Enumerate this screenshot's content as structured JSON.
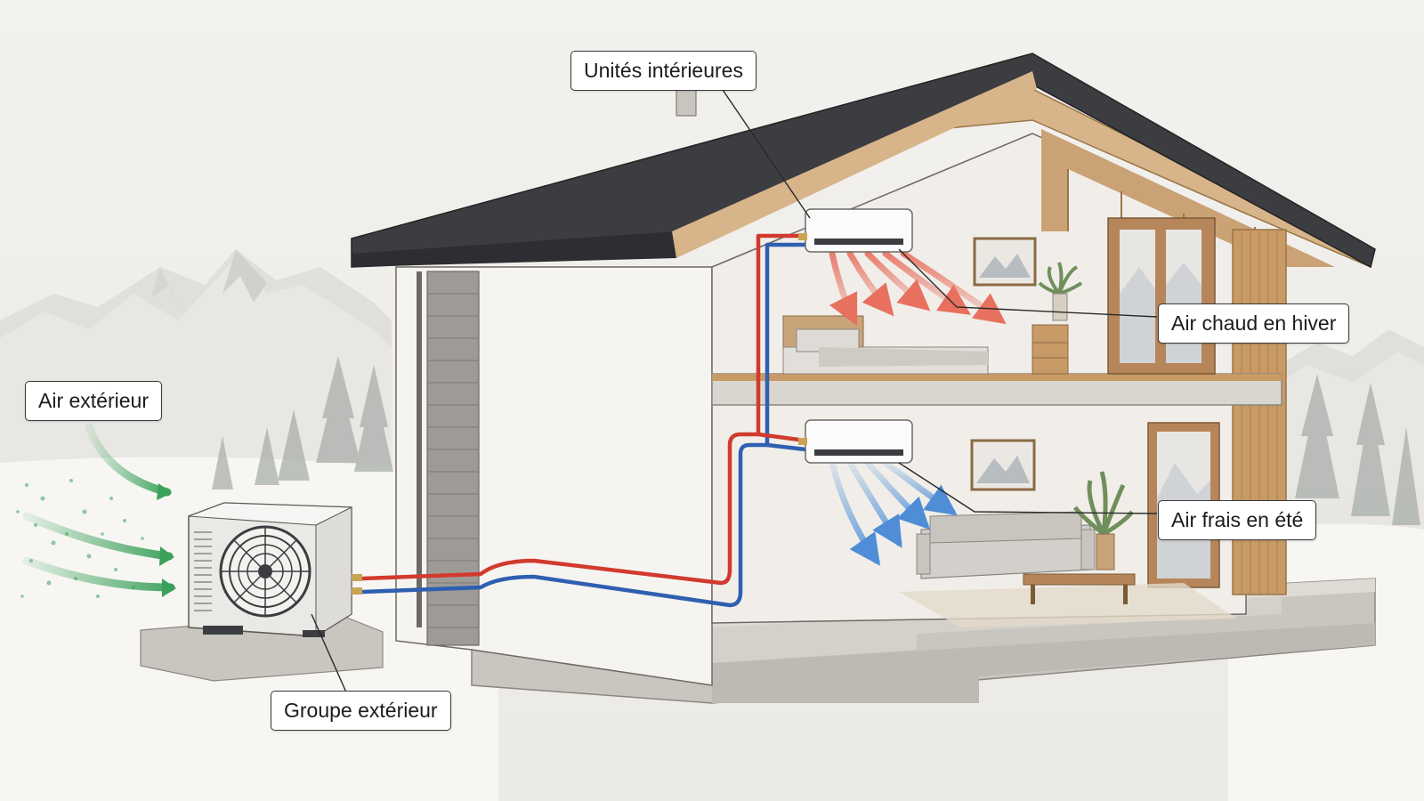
{
  "labels": {
    "indoor_units": "Unités intérieures",
    "outdoor_air": "Air extérieur",
    "hot_air_winter": "Air chaud en hiver",
    "cool_air_summer": "Air frais en été",
    "outdoor_unit": "Groupe extérieur"
  },
  "colors": {
    "background": "#f3f1ed",
    "roof": "#3b3d40",
    "wood": "#c89a66",
    "wall": "#f6f4f0",
    "brick": "#8d8a85",
    "hot_pipe": "#d23a2e",
    "cold_pipe": "#2f5fb0",
    "hot_air": "#e8705f",
    "cool_air": "#6fa3dc",
    "outdoor_air": "#3aa05a"
  },
  "icons": [
    "fan-icon",
    "mountain-icon",
    "tree-icon",
    "plant-icon",
    "bed-icon",
    "sofa-icon",
    "picture-frame-icon"
  ]
}
